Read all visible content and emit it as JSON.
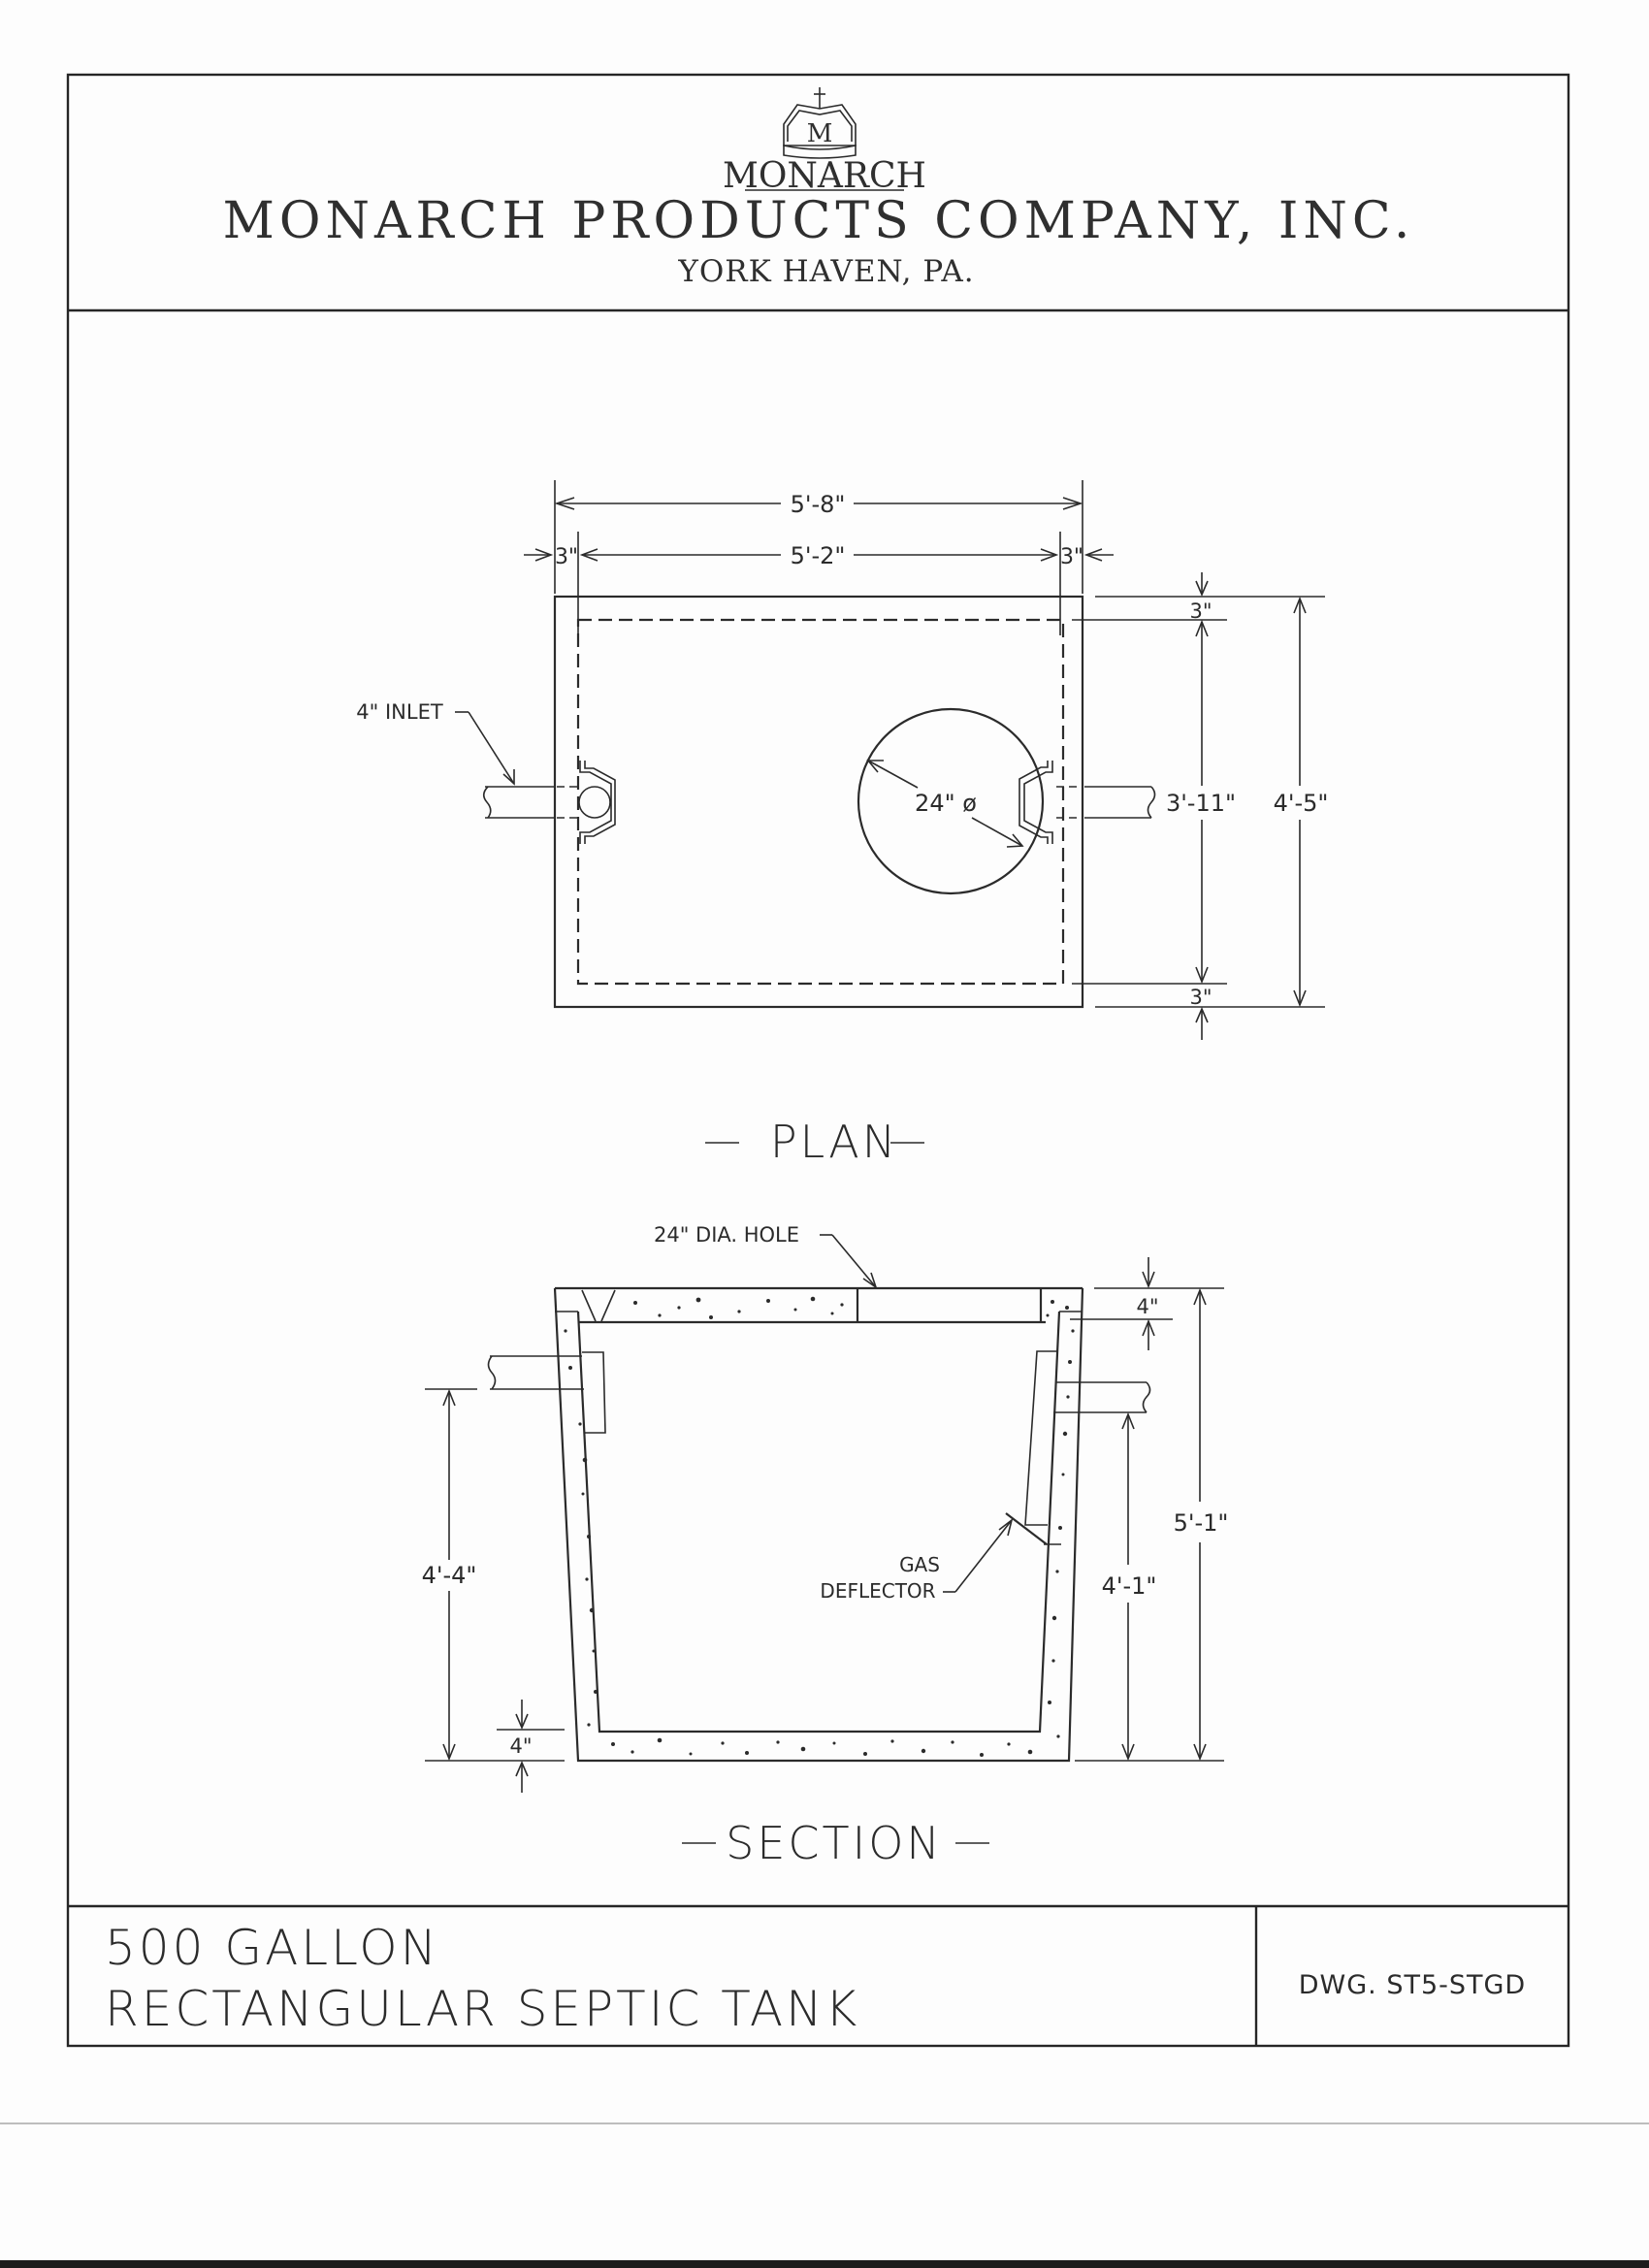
{
  "header": {
    "logo_text": "MONARCH",
    "company_name": "MONARCH PRODUCTS COMPANY, INC.",
    "location": "YORK HAVEN, PA."
  },
  "plan_view": {
    "title": "PLAN",
    "dimensions": {
      "overall_length": "5'-8\"",
      "inner_length": "5'-2\"",
      "left_wall": "3\"",
      "right_wall": "3\"",
      "top_wall": "3\"",
      "bottom_wall": "3\"",
      "inner_width": "3'-11\"",
      "overall_width": "4'-5\"",
      "manhole_diameter": "24\" ø"
    },
    "labels": {
      "inlet": "4\" INLET"
    }
  },
  "section_view": {
    "title": "SECTION",
    "dimensions": {
      "top_slab": "4\"",
      "overall_height": "5'-1\"",
      "outlet_invert_height": "4'-1\"",
      "inlet_invert_height": "4'-4\"",
      "floor_thickness": "4\""
    },
    "labels": {
      "hole": "24\" DIA. HOLE",
      "gas_deflector_line1": "GAS",
      "gas_deflector_line2": "DEFLECTOR"
    }
  },
  "title_block": {
    "line1": "500 GALLON",
    "line2": "RECTANGULAR SEPTIC TANK",
    "drawing_number": "DWG. ST5-STGD"
  },
  "colors": {
    "ink": "#2b2b2b",
    "paper": "#fdfdfd"
  }
}
